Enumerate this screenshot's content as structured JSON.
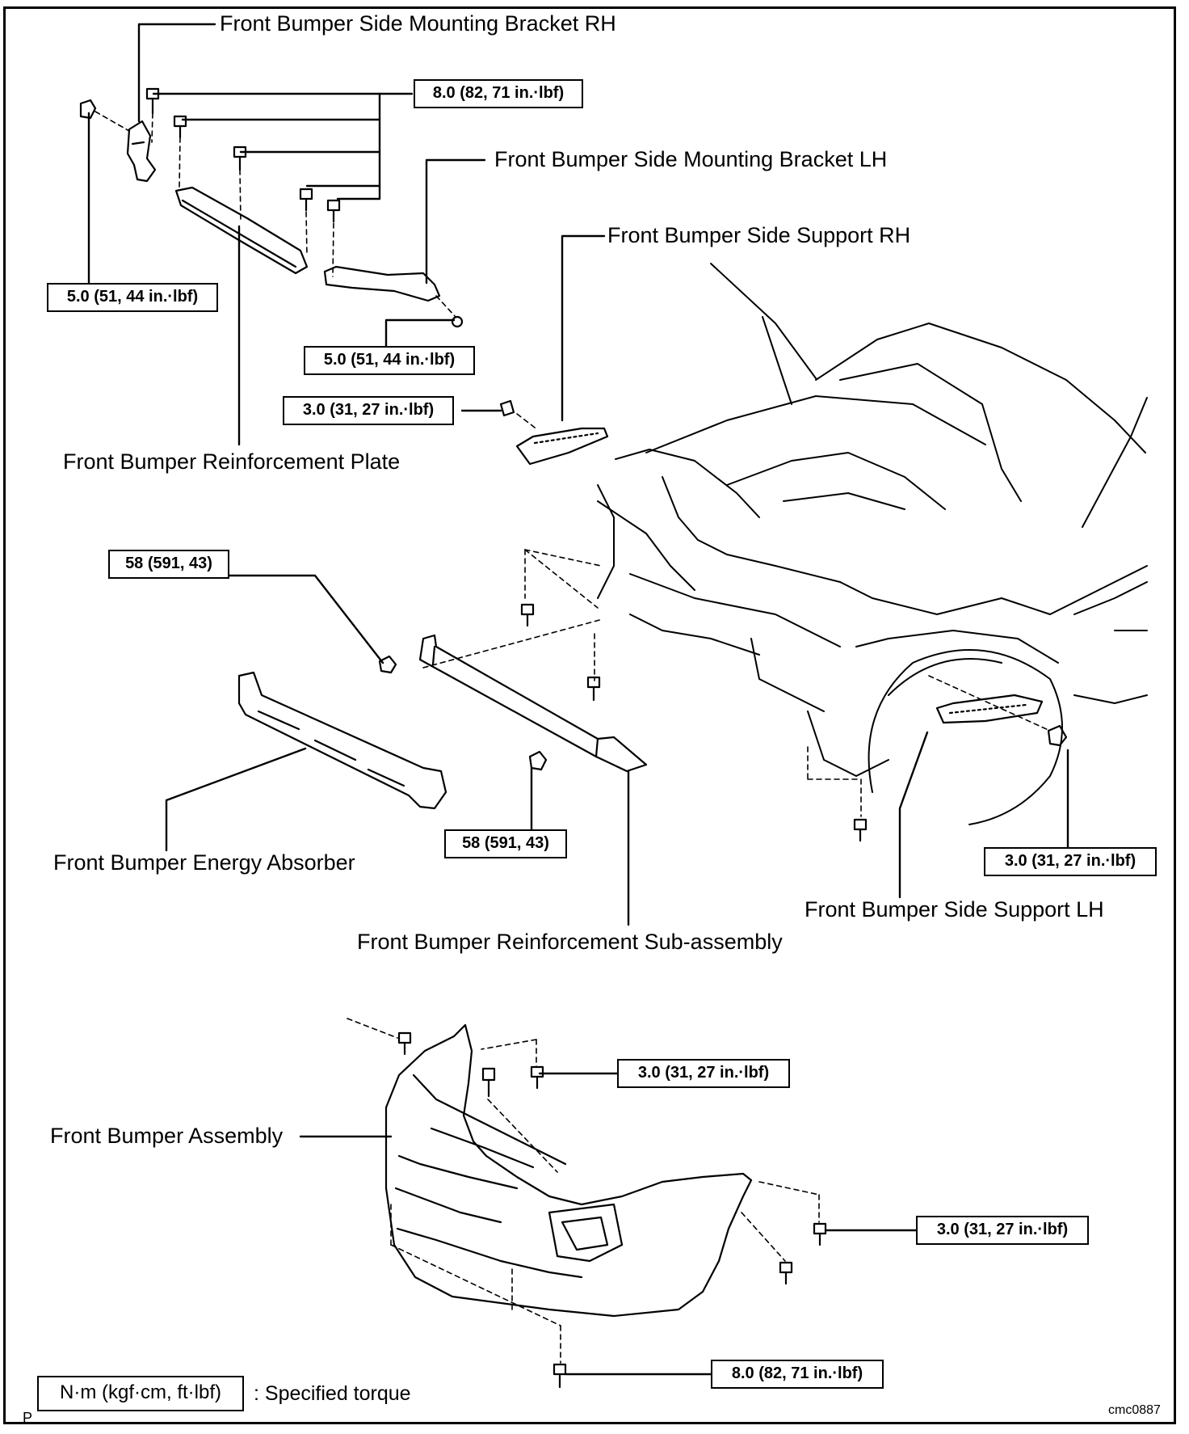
{
  "labels": {
    "bracket_rh": "Front Bumper Side Mounting Bracket RH",
    "bracket_lh": "Front Bumper Side Mounting Bracket LH",
    "support_rh": "Front Bumper Side Support RH",
    "reinforcement_plate": "Front Bumper Reinforcement Plate",
    "energy_absorber": "Front Bumper Energy Absorber",
    "reinforcement_sub": "Front Bumper Reinforcement Sub-assembly",
    "support_lh": "Front Bumper Side Support LH",
    "bumper_assembly": "Front Bumper Assembly"
  },
  "torques": {
    "t_8_0_top": "8.0 (82, 71 in.·lbf)",
    "t_5_0_left": "5.0 (51, 44 in.·lbf)",
    "t_5_0_mid": "5.0 (51, 44 in.·lbf)",
    "t_3_0_support_rh": "3.0 (31, 27 in.·lbf)",
    "t_58_upper": "58 (591, 43)",
    "t_58_lower": "58 (591, 43)",
    "t_3_0_support_lh": "3.0 (31, 27 in.·lbf)",
    "t_3_0_bumper_top": "3.0 (31, 27 in.·lbf)",
    "t_3_0_bumper_right": "3.0 (31, 27 in.·lbf)",
    "t_8_0_bottom": "8.0 (82, 71 in.·lbf)"
  },
  "legend": {
    "unit": "N·m (kgf·cm, ft·lbf)",
    "text": ": Specified torque"
  },
  "corner": {
    "p": "P",
    "code": "cmc0887"
  }
}
